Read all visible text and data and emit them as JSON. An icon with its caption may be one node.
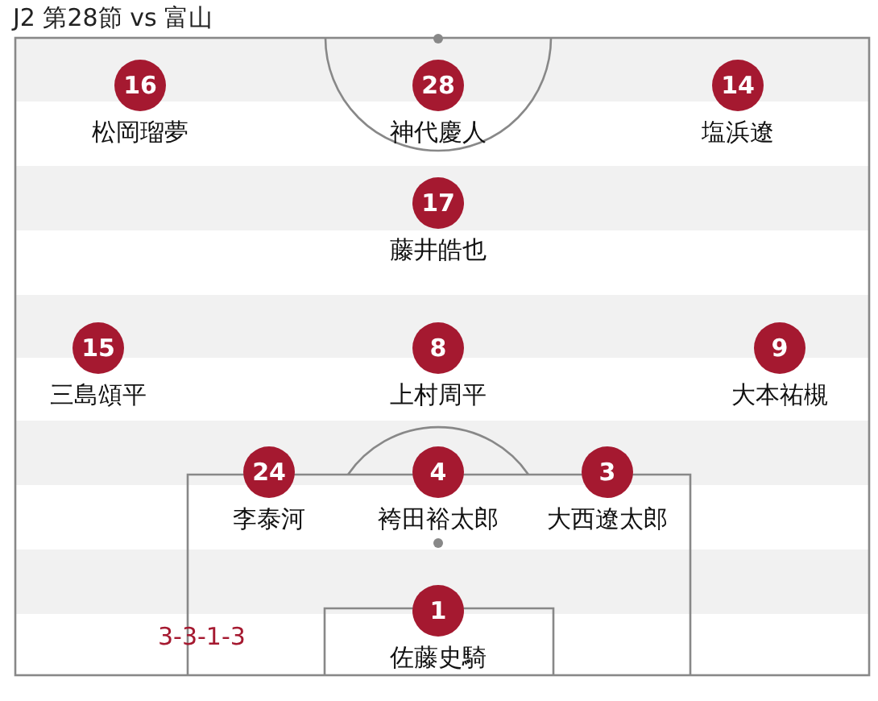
{
  "diagram": {
    "title": "J2 第28節 vs 富山",
    "nodes": [
      {
        "text": [
          "16",
          "松岡瑠夢"
        ]
      },
      {
        "text": [
          "28",
          "神代慶人"
        ]
      },
      {
        "text": [
          "14",
          "塩浜遼"
        ]
      },
      {
        "text": [
          "17",
          "藤井皓也"
        ]
      },
      {
        "text": [
          "15",
          "三島頌平"
        ]
      },
      {
        "text": [
          "8",
          "上村周平"
        ]
      },
      {
        "text": [
          "9",
          "大本祐槻"
        ]
      },
      {
        "text": [
          "24",
          "李泰河"
        ]
      },
      {
        "text": [
          "4",
          "袴田裕太郎"
        ]
      },
      {
        "text": [
          "3",
          "大西遼太郎"
        ]
      },
      {
        "text": [
          "1",
          "佐藤史騎"
        ]
      }
    ],
    "labels": [
      "3-3-1-3"
    ]
  }
}
